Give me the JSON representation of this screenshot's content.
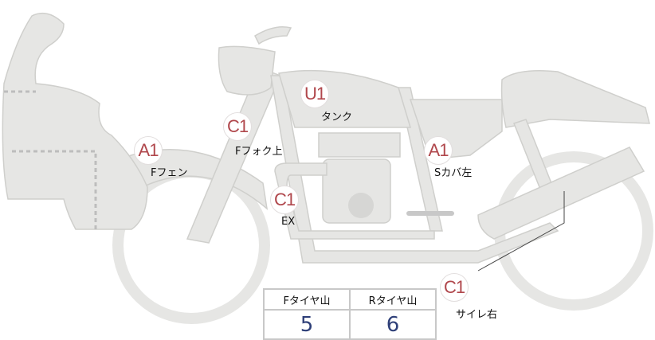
{
  "markers": [
    {
      "code": "A1",
      "label": "Fフェン"
    },
    {
      "code": "C1",
      "label": "Fフォク上"
    },
    {
      "code": "U1",
      "label": "タンク"
    },
    {
      "code": "A1",
      "label": "Sカバ左"
    },
    {
      "code": "C1",
      "label": "EX"
    },
    {
      "code": "C1",
      "label": "サイレ右"
    }
  ],
  "tire_table": {
    "headers": [
      "Fタイヤ山",
      "Rタイヤ山"
    ],
    "values": [
      "5",
      "6"
    ]
  },
  "colors": {
    "part_fill": "#e6e6e4",
    "part_stroke": "#cfcfcc",
    "marker_text": "#b0474c",
    "value_text": "#2e3f78"
  }
}
